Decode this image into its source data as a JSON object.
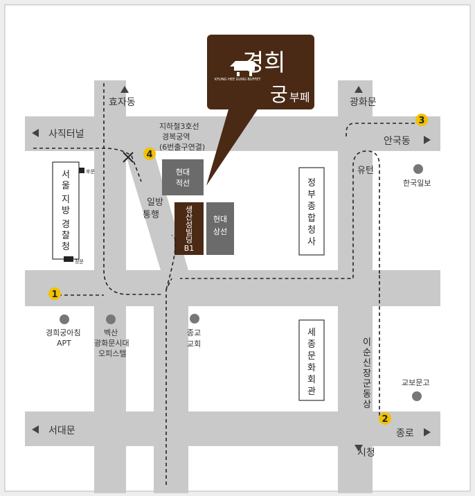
{
  "logo": {
    "main": "경희",
    "sub": "궁",
    "suffix": "부페",
    "tagline": "KYUNG HEE GUNG BUFFET"
  },
  "directions": {
    "north_left": "효자동",
    "north_right": "광화문",
    "west_top": "사직터널",
    "east_top": "안국동",
    "west_bottom": "서대문",
    "east_bottom": "종로",
    "south": "시청"
  },
  "labels": {
    "subway": "지하철3호선",
    "subway_station": "경복궁역",
    "subway_exit": "(6번출구연결)",
    "hyundai_jeokseon": [
      "현대",
      "적선"
    ],
    "hyundai_sangseon": [
      "현대",
      "상선"
    ],
    "building_main": [
      "생산성빌딩",
      "B1"
    ],
    "oneway": [
      "일방",
      "통행"
    ],
    "uturn": "유턴",
    "hanguk_ilbo": "한국일보",
    "jonggyo": [
      "종교",
      "교회"
    ],
    "kyohee_apt": [
      "경희궁아침",
      "APT"
    ],
    "baeksan": [
      "벡산",
      "광화문시대",
      "오피스텔"
    ],
    "kyobo": "교보문고",
    "police": [
      "서울",
      "지방",
      "경찰청"
    ],
    "police_note_top": "후문",
    "police_note_bottom": "정문",
    "gov_complex": [
      "정부",
      "종합",
      "청사"
    ],
    "sejong": [
      "세종",
      "문화",
      "회관"
    ],
    "admiral": "이순신장군동상"
  },
  "markers": [
    "1",
    "2",
    "3",
    "4"
  ]
}
